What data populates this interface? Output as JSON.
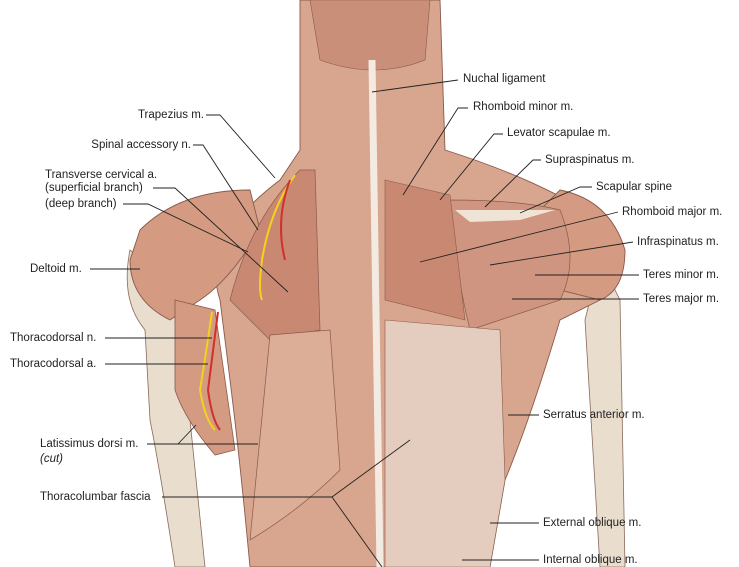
{
  "labels": {
    "nuchal_ligament": "Nuchal ligament",
    "rhomboid_minor": "Rhomboid minor m.",
    "levator_scapulae": "Levator scapulae m.",
    "supraspinatus": "Supraspinatus m.",
    "scapular_spine": "Scapular spine",
    "rhomboid_major": "Rhomboid major m.",
    "infraspinatus": "Infraspinatus m.",
    "teres_minor": "Teres minor m.",
    "teres_major": "Teres major m.",
    "serratus_anterior": "Serratus anterior m.",
    "external_oblique": "External oblique m.",
    "internal_oblique": "Internal oblique m.",
    "trapezius": "Trapezius m.",
    "spinal_accessory": "Spinal accessory n.",
    "transverse_cervical": "Transverse cervical a.",
    "superficial_branch": "(superficial branch)",
    "deep_branch": "(deep branch)",
    "deltoid": "Deltoid m.",
    "thoracodorsal_n": "Thoracodorsal n.",
    "thoracodorsal_a": "Thoracodorsal a.",
    "latissimus_dorsi": "Latissimus dorsi m.",
    "cut": "(cut)",
    "thoracolumbar_fascia": "Thoracolumbar fascia"
  },
  "colors": {
    "muscle": "#d8a58e",
    "muscle_dark": "#b9796a",
    "tendon": "#efe3d6",
    "nerve": "#f2d21b",
    "artery": "#d0302a"
  }
}
